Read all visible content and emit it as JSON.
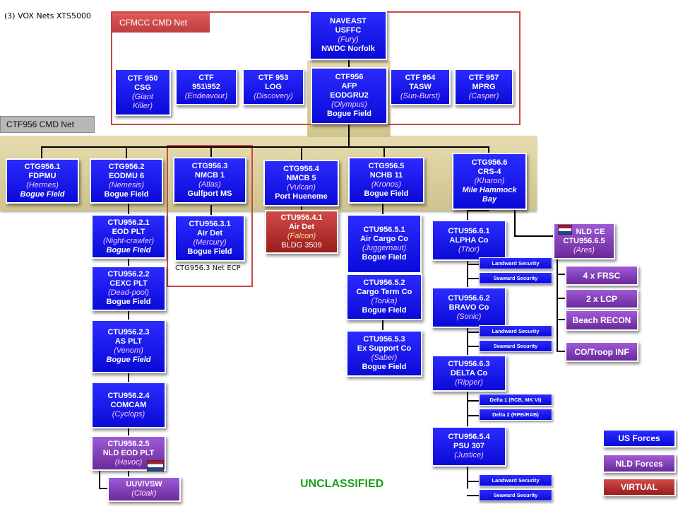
{
  "header_note": "(3) VOX Nets XTS5000",
  "nets": {
    "cfmcc": "CFMCC CMD Net",
    "ctf956": "CTF956 CMD Net",
    "ctg9563_ecp": "CTG956.3 Net ECP"
  },
  "classification": "UNCLASSIFIED",
  "nodes": {
    "naveast": {
      "l1": "NAVEAST",
      "l2": "USFFC",
      "cs": "(Fury)",
      "l4": "NWDC Norfolk"
    },
    "ctf950": {
      "l1": "CTF 950",
      "l2": "CSG",
      "cs": "(Giant",
      "cs2": "Killer)"
    },
    "ctf951": {
      "l1": "CTF",
      "l2": "951\\952",
      "cs": "(Endeavour)"
    },
    "ctf953": {
      "l1": "CTF 953",
      "l2": "LOG",
      "cs": "(Discovery)"
    },
    "ctf956": {
      "l1": "CTF956",
      "l2": "AFP",
      "l3": "EODGRU2",
      "cs": "(Olympus)",
      "l5": "Bogue Field"
    },
    "ctf954": {
      "l1": "CTF 954",
      "l2": "TASW",
      "cs": "(Sun-Burst)"
    },
    "ctf957": {
      "l1": "CTF 957",
      "l2": "MPRG",
      "cs": "(Casper)"
    },
    "ctg9561": {
      "l1": "CTG956.1",
      "l2": "FDPMU",
      "cs": "(Hermes)",
      "l4": "Bogue Field"
    },
    "ctg9562": {
      "l1": "CTG956.2",
      "l2": "EODMU 6",
      "cs": "(Nemesis)",
      "l4": "Bogue Field"
    },
    "ctg9563": {
      "l1": "CTG956.3",
      "l2": "NMCB 1",
      "cs": "(Atlas)",
      "l4": "Gulfport MS"
    },
    "ctg9564": {
      "l1": "CTG956.4",
      "l2": "NMCB 5",
      "cs": "(Vulcan)",
      "l4": "Port Hueneme"
    },
    "ctg9565": {
      "l1": "CTG956.5",
      "l2": "NCHB 11",
      "cs": "(Kronos)",
      "l4": "Bogue Field"
    },
    "ctg9566": {
      "l1": "CTG956.6",
      "l2": "CRS-4",
      "cs": "(Kharon)",
      "l4": "Mile Hammock",
      "l5": "Bay"
    },
    "ctu95621": {
      "l1": "CTU956.2.1",
      "l2": "EOD PLT",
      "cs": "(Night-crawler)",
      "l4": "Bogue Field"
    },
    "ctu95622": {
      "l1": "CTU956.2.2",
      "l2": "CEXC PLT",
      "cs": "(Dead-pool)",
      "l4": "Bogue Field"
    },
    "ctu95623": {
      "l1": "CTU956.2.3",
      "l2": "AS PLT",
      "cs": "(Venom)",
      "l4": "Bogue Field"
    },
    "ctu95624": {
      "l1": "CTU956.2.4",
      "l2": "COMCAM",
      "cs": "(Cyclops)"
    },
    "ctu95625": {
      "l1": "CTU956.2.5",
      "l2": "NLD EOD PLT",
      "cs": "(Havoc)"
    },
    "uuv": {
      "l1": "UUV/VSW",
      "cs": "(Cloak)"
    },
    "ctu95631": {
      "l1": "CTU956.3.1",
      "l2": "Air Det",
      "cs": "(Mercury)",
      "l4": "Bogue Field"
    },
    "ctu95641": {
      "l1": "CTU956.4.1",
      "l2": "Air Det",
      "cs": "(Falcon)",
      "l4": "BLDG 3509"
    },
    "ctu95651": {
      "l1": "CTU956.5.1",
      "l2": "Air Cargo Co",
      "cs": "(Juggernaut)",
      "l4": "Bogue Field"
    },
    "ctu95652": {
      "l1": "CTU956.5.2",
      "l2": "Cargo Term Co",
      "cs": "(Tonka)",
      "l4": "Bogue Field"
    },
    "ctu95653": {
      "l1": "CTU956.5.3",
      "l2": "Ex Support Co",
      "cs": "(Saber)",
      "l4": "Bogue Field"
    },
    "ctu95661": {
      "l1": "CTU956.6.1",
      "l2": "ALPHA Co",
      "cs": "(Thor)"
    },
    "ctu95662": {
      "l1": "CTU956.6.2",
      "l2": "BRAVO Co",
      "cs": "(Sonic)"
    },
    "ctu95663": {
      "l1": "CTU956.6.3",
      "l2": "DELTA Co",
      "cs": "(Ripper)"
    },
    "ctu95654": {
      "l1": "CTU956.5.4",
      "l2": "PSU 307",
      "cs": "(Justice)"
    },
    "nldce": {
      "l1": "NLD CE",
      "l2": "CTU956.6.5",
      "cs": "(Ares)"
    }
  },
  "security": {
    "landward": "Landward Security",
    "seaward": "Seaward Security",
    "delta1": "Delta 1 (RCB, MK VI)",
    "delta2": "Delta 2 (RPB/RAB)"
  },
  "nld_assets": [
    "4 x FRSC",
    "2 x LCP",
    "Beach RECON",
    "CO/Troop INF"
  ],
  "legend": {
    "us": "US Forces",
    "nld": "NLD Forces",
    "virtual": "VIRTUAL",
    "colors": {
      "us": "#1414f0",
      "nld": "#7a3db0",
      "virtual": "#b52a28"
    }
  }
}
